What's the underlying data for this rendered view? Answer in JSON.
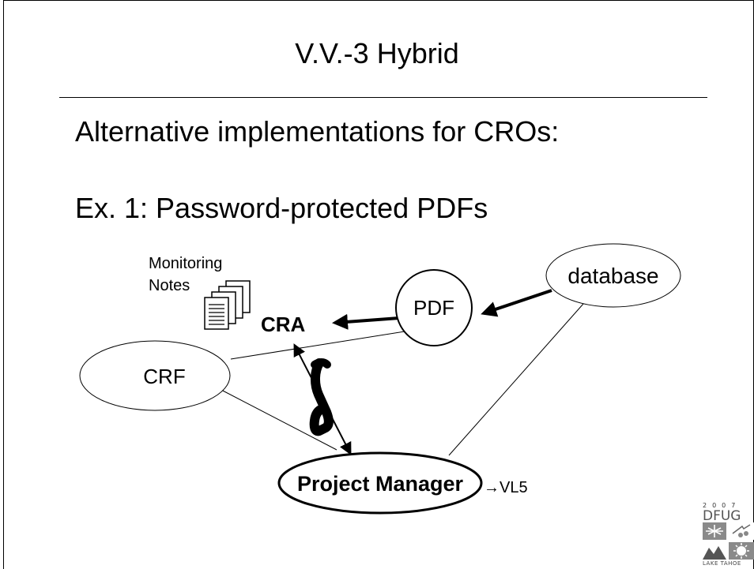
{
  "slide": {
    "title": "V.V.-3 Hybrid",
    "heading": "Alternative implementations for CROs:",
    "subheading": "Ex. 1:  Password-protected PDFs"
  },
  "diagram": {
    "nodes": {
      "database": "database",
      "pdf": "PDF",
      "cra": "CRA",
      "crf": "CRF",
      "project_manager": "Project Manager"
    },
    "notes_label_line1": "Monitoring",
    "notes_label_line2": "Notes",
    "vl5_label": "→VL5"
  },
  "logo": {
    "year": "2007",
    "name": "DFUG",
    "place": "LAKE TAHOE"
  }
}
